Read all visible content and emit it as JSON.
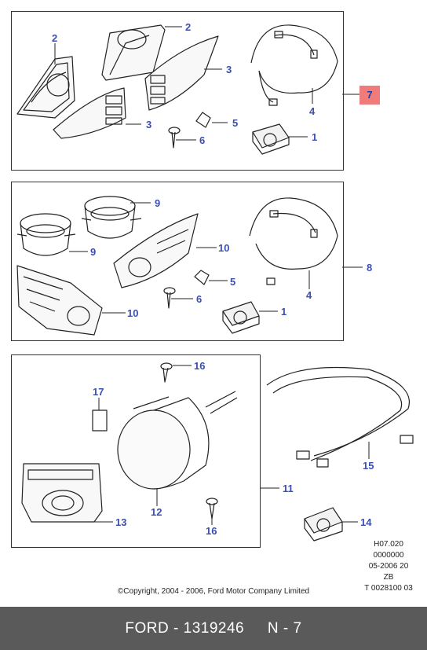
{
  "callouts": {
    "p1": {
      "n2a": "2",
      "n2b": "2",
      "n3a": "3",
      "n3b": "3",
      "n5": "5",
      "n6": "6",
      "n1": "1",
      "n4": "4",
      "n7": "7"
    },
    "p2": {
      "n9a": "9",
      "n9b": "9",
      "n10a": "10",
      "n10b": "10",
      "n5": "5",
      "n6": "6",
      "n1": "1",
      "n4": "4",
      "n8": "8"
    },
    "p3": {
      "n16a": "16",
      "n16b": "16",
      "n17": "17",
      "n12": "12",
      "n13": "13",
      "n11": "11",
      "n15": "15",
      "n14": "14"
    }
  },
  "meta": {
    "line1": "H07.020",
    "line2": "0000000",
    "line3": "05-2006 20",
    "line4": "ZB",
    "line5": "T 0028100 03"
  },
  "copyright": "©Copyright, 2004 - 2006, Ford Motor Company Limited",
  "footer": {
    "brand_part": "FORD - 1319246",
    "page": "N - 7"
  },
  "colors": {
    "callout": "#3a4fb0",
    "highlight": "#ef7b7b",
    "footer_bg": "#5a5a5a"
  }
}
